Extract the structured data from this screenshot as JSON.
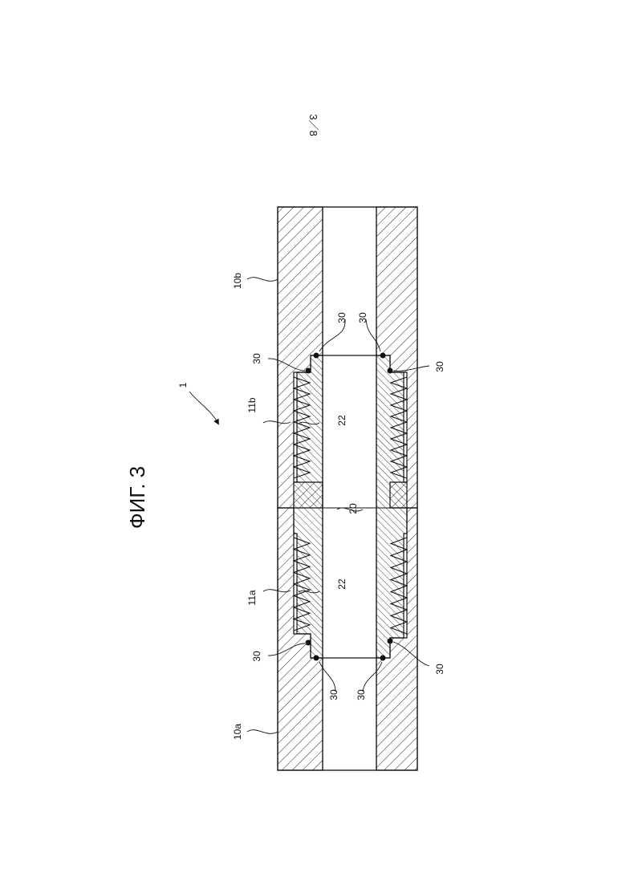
{
  "sheet": {
    "page_number": "3／8"
  },
  "figure": {
    "title": "ФИГ. 3"
  },
  "labels": {
    "assembly": "1",
    "pipe_a": "10a",
    "pipe_b": "10b",
    "thread_a": "11a",
    "thread_b": "11b",
    "coupling": "20",
    "coupling_thread": "22",
    "weld_point": "30"
  },
  "colors": {
    "ink": "#111111",
    "paper": "#ffffff"
  }
}
